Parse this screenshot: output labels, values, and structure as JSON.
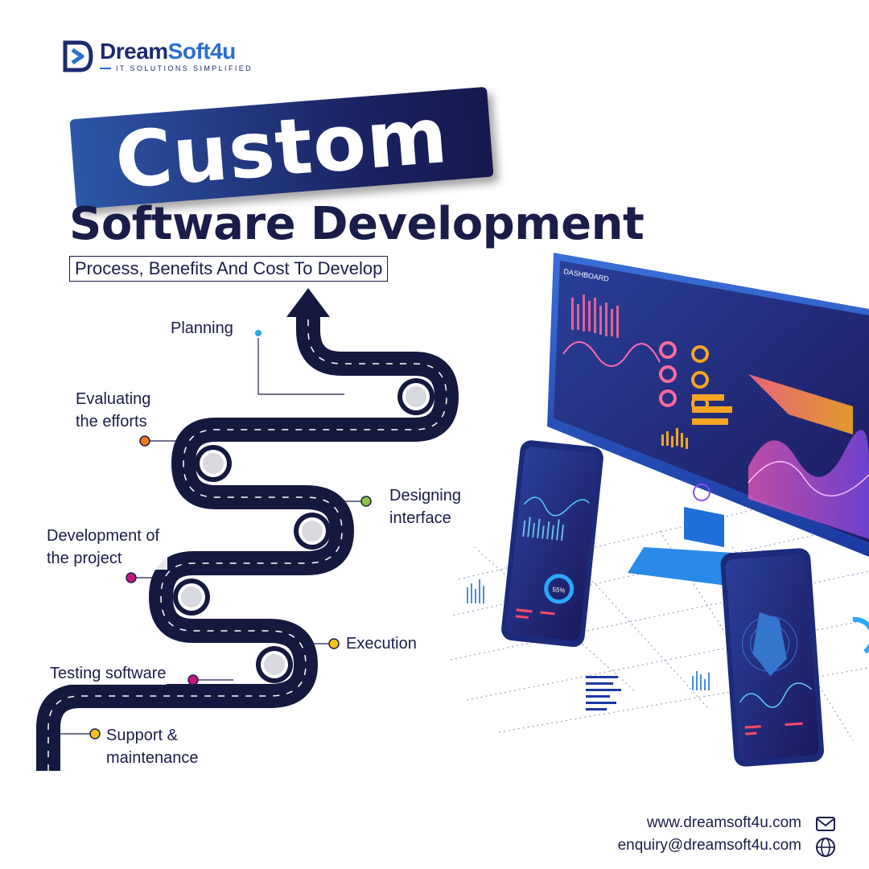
{
  "brand": {
    "name_part1": "Dream",
    "name_part2": "Soft4u",
    "tagline": "IT SOLUTIONS SIMPLIFIED"
  },
  "headline": {
    "banner": "Custom",
    "subtitle": "Software Development",
    "tagline": "Process, Benefits And Cost To Develop"
  },
  "steps": [
    {
      "label": "Planning",
      "color": "#2aa8e0"
    },
    {
      "label": "Evaluating the efforts",
      "color": "#f07a1a"
    },
    {
      "label": "Designing interface",
      "color": "#8cc63f"
    },
    {
      "label": "Development of the project",
      "color": "#c2187a"
    },
    {
      "label": "Execution",
      "color": "#f5c518"
    },
    {
      "label": "Testing software",
      "color": "#c2187a"
    },
    {
      "label": "Support & maintenance",
      "color": "#f5c518"
    }
  ],
  "illustration": {
    "monitor_title": "DASHBOARD",
    "phone_percent": "55%"
  },
  "contact": {
    "website": "www.dreamsoft4u.com",
    "email": "enquiry@dreamsoft4u.com"
  },
  "colors": {
    "navy": "#1a1d4a",
    "brand_blue": "#2b6fd0",
    "road": "#15183f"
  }
}
